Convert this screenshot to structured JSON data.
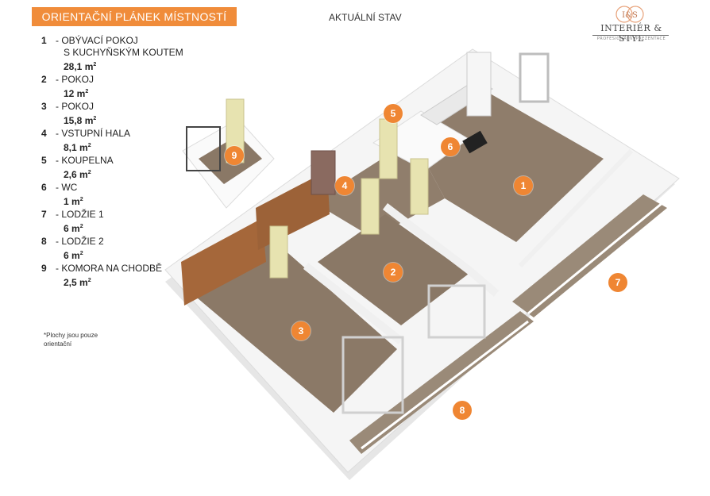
{
  "header": {
    "title": "ORIENTAČNÍ PLÁNEK MÍSTNOSTÍ",
    "state": "AKTUÁLNÍ STAV"
  },
  "logo": {
    "monogram": "I&S",
    "name": "INTERIÉR & STYL",
    "tagline": "PROFESIONÁLNÍ PREZENTACE"
  },
  "legend": [
    {
      "num": "1",
      "name": "- OBÝVACÍ POKOJ",
      "name2": "S KUCHYŇSKÝM KOUTEM",
      "area": "28,1 m",
      "unit": "2"
    },
    {
      "num": "2",
      "name": "- POKOJ",
      "name2": "",
      "area": "12 m",
      "unit": "2"
    },
    {
      "num": "3",
      "name": "- POKOJ",
      "name2": "",
      "area": "15,8 m",
      "unit": "2"
    },
    {
      "num": "4",
      "name": "- VSTUPNÍ HALA",
      "name2": "",
      "area": "8,1 m",
      "unit": "2"
    },
    {
      "num": "5",
      "name": "- KOUPELNA",
      "name2": "",
      "area": "2,6 m",
      "unit": "2"
    },
    {
      "num": "6",
      "name": "- WC",
      "name2": "",
      "area": "1 m",
      "unit": "2"
    },
    {
      "num": "7",
      "name": "- LODŽIE 1",
      "name2": "",
      "area": "6 m",
      "unit": "2"
    },
    {
      "num": "8",
      "name": "- LODŽIE 2",
      "name2": "",
      "area": "6 m",
      "unit": "2"
    },
    {
      "num": "9",
      "name": "- KOMORA NA CHODBĚ",
      "name2": "",
      "area": "2,5 m",
      "unit": "2"
    }
  ],
  "note": "*Plochy jsou pouze orientační",
  "markers": [
    "1",
    "2",
    "3",
    "4",
    "5",
    "6",
    "7",
    "8",
    "9"
  ],
  "colors": {
    "accent": "#f08c3a",
    "floor": "#8a7866",
    "wall": "#f2f2f2",
    "balcony": "#9a8a78"
  }
}
